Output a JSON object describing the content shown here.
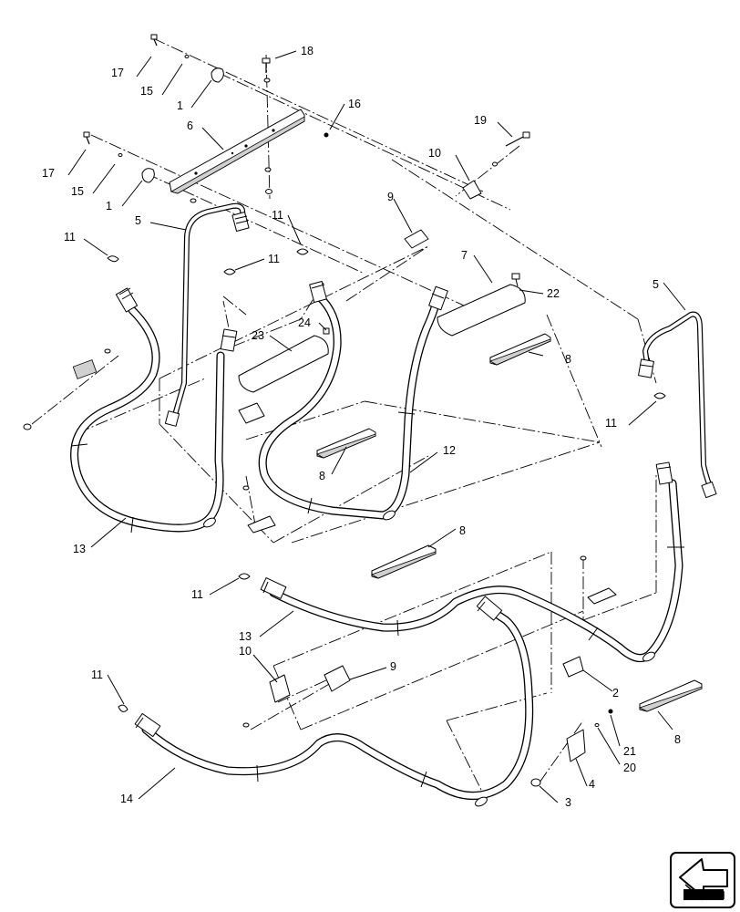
{
  "callouts": [
    {
      "id": "c17a",
      "label": "17"
    },
    {
      "id": "c15a",
      "label": "15"
    },
    {
      "id": "c1a",
      "label": "1"
    },
    {
      "id": "c18",
      "label": "18"
    },
    {
      "id": "c16",
      "label": "16"
    },
    {
      "id": "c6",
      "label": "6"
    },
    {
      "id": "c17b",
      "label": "17"
    },
    {
      "id": "c15b",
      "label": "15"
    },
    {
      "id": "c1b",
      "label": "1"
    },
    {
      "id": "c5a",
      "label": "5"
    },
    {
      "id": "c11a",
      "label": "11"
    },
    {
      "id": "c11b",
      "label": "11"
    },
    {
      "id": "c11c",
      "label": "11"
    },
    {
      "id": "c10a",
      "label": "10"
    },
    {
      "id": "c19",
      "label": "19"
    },
    {
      "id": "c9a",
      "label": "9"
    },
    {
      "id": "c7",
      "label": "7"
    },
    {
      "id": "c22",
      "label": "22"
    },
    {
      "id": "c5b",
      "label": "5"
    },
    {
      "id": "c24",
      "label": "24"
    },
    {
      "id": "c23",
      "label": "23"
    },
    {
      "id": "c8a",
      "label": "8"
    },
    {
      "id": "c11d",
      "label": "11"
    },
    {
      "id": "c12",
      "label": "12"
    },
    {
      "id": "c8b",
      "label": "8"
    },
    {
      "id": "c13a",
      "label": "13"
    },
    {
      "id": "c8c",
      "label": "8"
    },
    {
      "id": "c11e",
      "label": "11"
    },
    {
      "id": "c13b",
      "label": "13"
    },
    {
      "id": "c10b",
      "label": "10"
    },
    {
      "id": "c9b",
      "label": "9"
    },
    {
      "id": "c2",
      "label": "2"
    },
    {
      "id": "c11f",
      "label": "11"
    },
    {
      "id": "c8d",
      "label": "8"
    },
    {
      "id": "c21",
      "label": "21"
    },
    {
      "id": "c20",
      "label": "20"
    },
    {
      "id": "c4",
      "label": "4"
    },
    {
      "id": "c3",
      "label": "3"
    },
    {
      "id": "c14",
      "label": "14"
    }
  ],
  "icons": {
    "nav_arrow": "back-arrow-icon"
  }
}
